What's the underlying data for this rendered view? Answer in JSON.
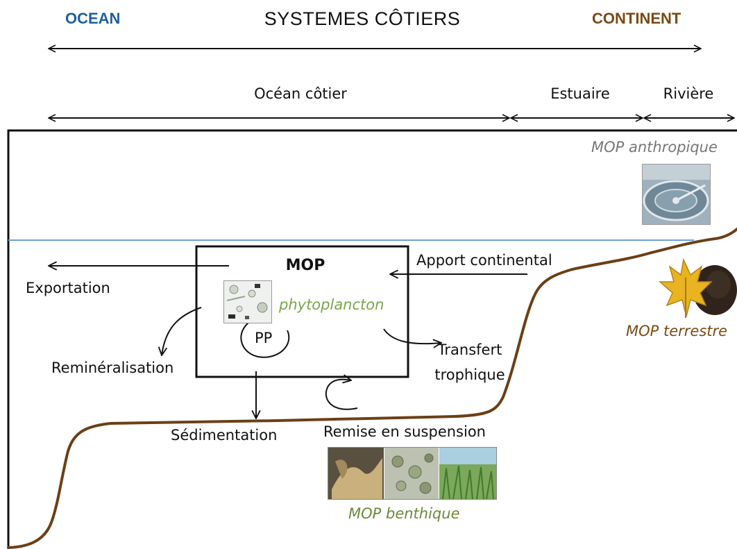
{
  "header": {
    "ocean_label": "OCEAN",
    "title": "SYSTEMES CÔTIERS",
    "continent_label": "CONTINENT"
  },
  "zones": {
    "coastal_ocean": "Océan côtier",
    "estuary": "Estuaire",
    "river": "Rivière"
  },
  "box": {
    "title": "MOP",
    "phyto_label": "phytoplancton",
    "pp_label": "PP"
  },
  "processes": {
    "export": "Exportation",
    "remineralisation": "Reminéralisation",
    "sedimentation": "Sédimentation",
    "resuspension": "Remise en suspension",
    "continental_input": "Apport continental",
    "trophic_line1": "Transfert",
    "trophic_line2": "trophique"
  },
  "sources": {
    "anthropic": "MOP anthropique",
    "terrestrial": "MOP terrestre",
    "benthic": "MOP benthique"
  },
  "colors": {
    "ocean": "#1f5fa0",
    "continent": "#7a4a14",
    "seabed": "#6b3f16",
    "water_line": "#6f9fd3",
    "phyto": "#7aa64a",
    "benthic": "#6b8a3a",
    "anthropic": "#777777",
    "terrestrial": "#7a4a14",
    "ink": "#111111"
  }
}
